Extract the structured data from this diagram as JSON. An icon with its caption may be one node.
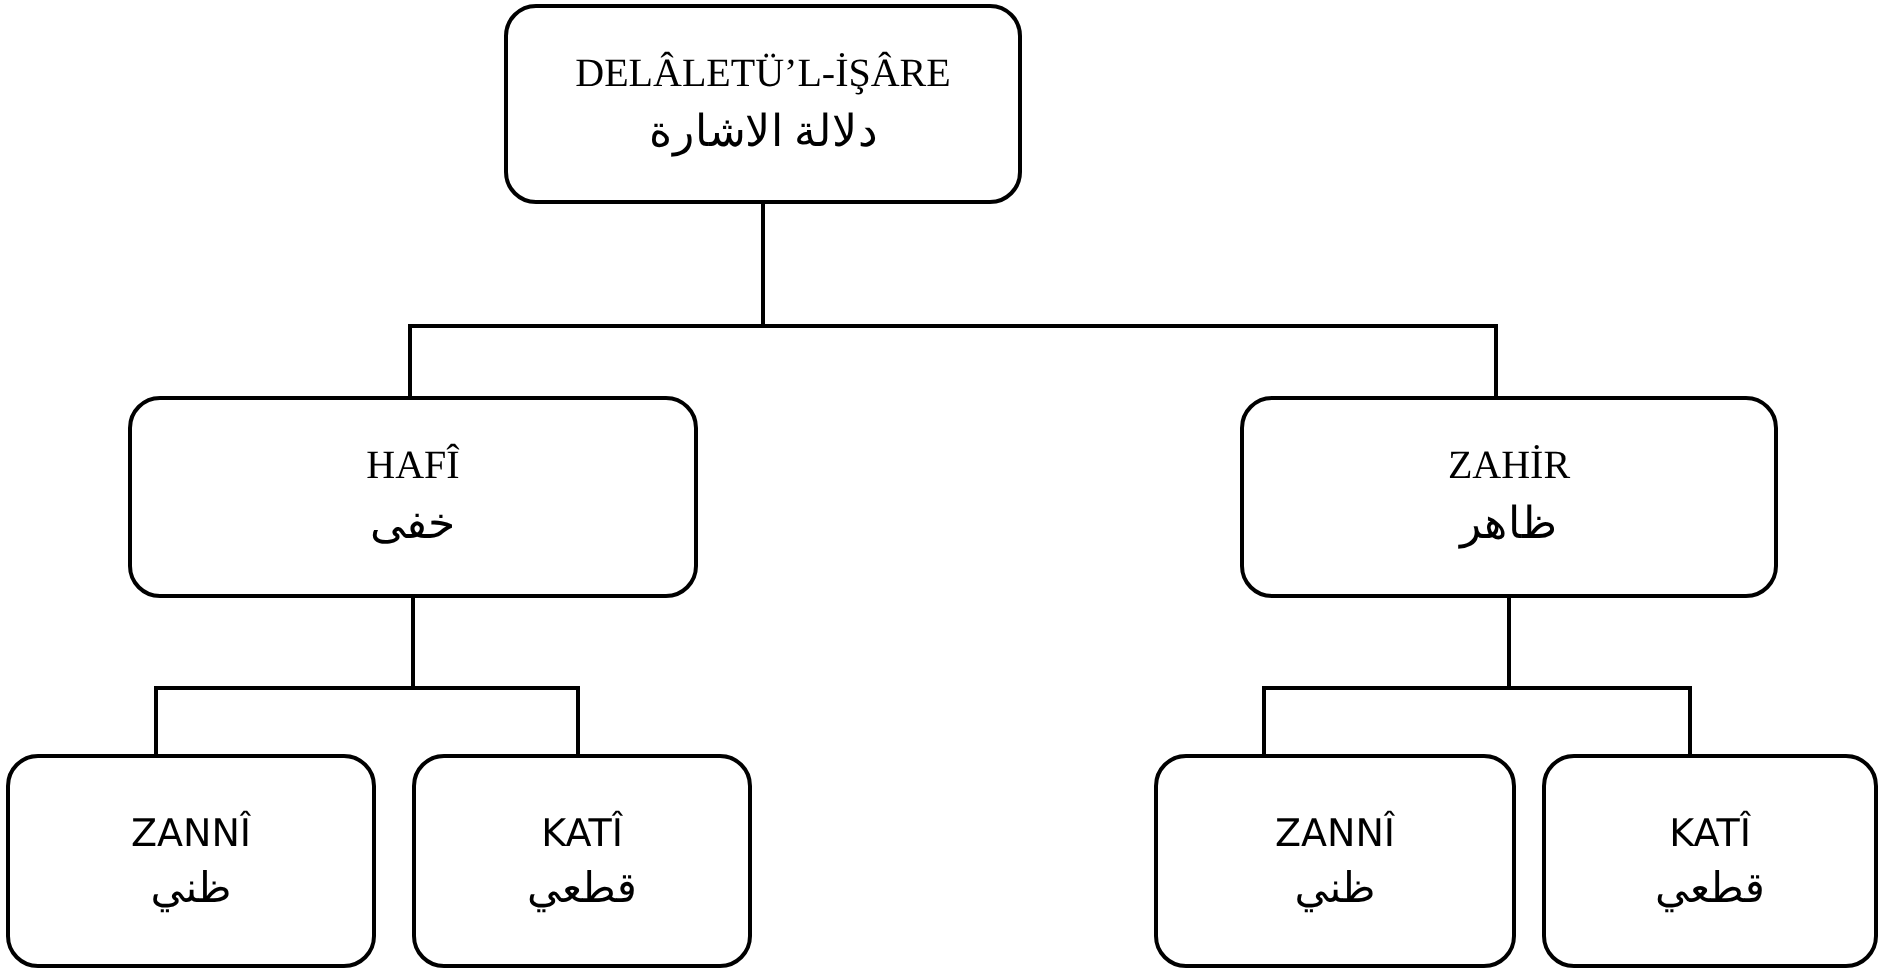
{
  "diagram": {
    "nodes": [
      {
        "text": [
          "DELÂLETÜ’L-İŞÂRE",
          "دلالة الاشارة"
        ]
      },
      {
        "text": [
          "HAFÎ",
          "خفى"
        ]
      },
      {
        "text": [
          "ZAHİR",
          "ظاهر"
        ]
      },
      {
        "text": [
          "ZANNÎ",
          "ظني"
        ]
      },
      {
        "text": [
          "KATÎ",
          "قطعي"
        ]
      },
      {
        "text": [
          "ZANNÎ",
          "ظني"
        ]
      },
      {
        "text": [
          "KATÎ",
          "قطعي"
        ]
      }
    ],
    "edges": [
      {
        "from": 0,
        "to": 1,
        "arrow": "none"
      },
      {
        "from": 0,
        "to": 2,
        "arrow": "none"
      },
      {
        "from": 1,
        "to": 3,
        "arrow": "none"
      },
      {
        "from": 1,
        "to": 4,
        "arrow": "none"
      },
      {
        "from": 2,
        "to": 5,
        "arrow": "none"
      },
      {
        "from": 2,
        "to": 6,
        "arrow": "none"
      }
    ]
  }
}
